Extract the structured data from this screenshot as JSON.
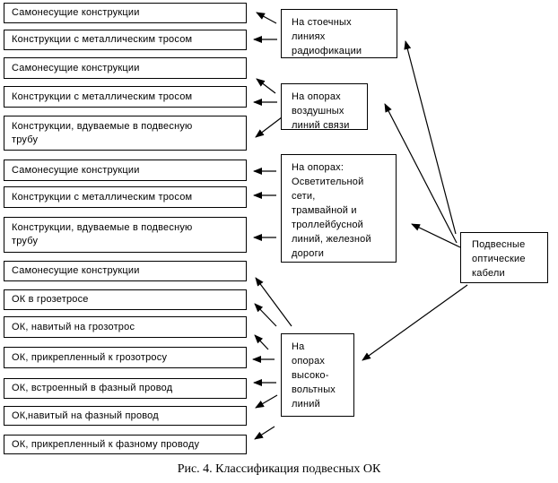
{
  "diagram": {
    "root": {
      "label": "Подвесные\nоптические\nкабели"
    },
    "categories": [
      {
        "label": "На стоечных\nлиниях\nрадиофикации"
      },
      {
        "label": "На опорах\nвоздушных\nлиний связи"
      },
      {
        "label": "На опорах:\nОсветительной\nсети,\nтрамвайной и\nтроллейбусной\nлиний, железной\nдороги"
      },
      {
        "label": "На\nопорах\nвысоко-\nвольтных\nлиний"
      }
    ],
    "leaves": [
      {
        "label": "Самонесущие конструкции"
      },
      {
        "label": "Конструкции с металлическим тросом"
      },
      {
        "label": "Самонесущие конструкции"
      },
      {
        "label": "Конструкции с металлическим тросом"
      },
      {
        "label": "Конструкции, вдуваемые в подвесную\nтрубу"
      },
      {
        "label": "Самонесущие конструкции"
      },
      {
        "label": "Конструкции с металлическим тросом"
      },
      {
        "label": "Конструкции, вдуваемые в подвесную\nтрубу"
      },
      {
        "label": "Самонесущие конструкции"
      },
      {
        "label": "ОК в грозетросе"
      },
      {
        "label": "ОК, навитый на грозотрос"
      },
      {
        "label": "ОК, прикрепленный к грозотросу"
      },
      {
        "label": "ОК, встроенный в фазный провод"
      },
      {
        "label": "ОК‚навитый на фазный провод",
        "parts": {
          "prefix": "ОК",
          "comma": "‚",
          "rest": "навитый на фазный провод"
        }
      },
      {
        "label": "ОК, прикрепленный к фазному проводу"
      }
    ],
    "caption": "Рис. 4. Классификация подвесных ОК"
  },
  "colors": {
    "line": "#000000",
    "box_border": "#000000",
    "background": "#ffffff",
    "spellcheck_squiggle": "#00a000"
  }
}
